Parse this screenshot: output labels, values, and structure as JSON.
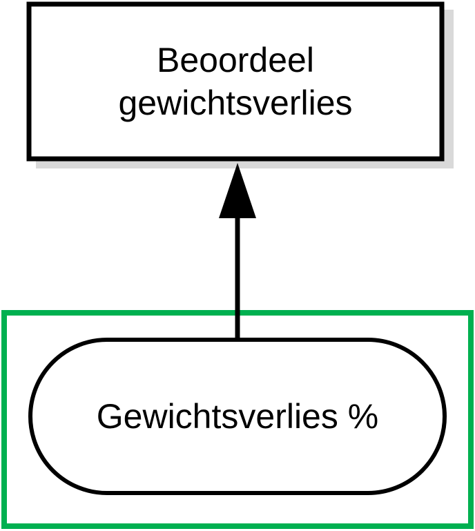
{
  "decision": {
    "line1": "Beoordeel",
    "line2": "gewichtsverlies"
  },
  "input": {
    "label": "Gewichtsverlies %"
  },
  "colors": {
    "highlight_border": "#00b050",
    "stroke": "#000000",
    "shadow": "#d9d9d9",
    "background": "#ffffff"
  }
}
